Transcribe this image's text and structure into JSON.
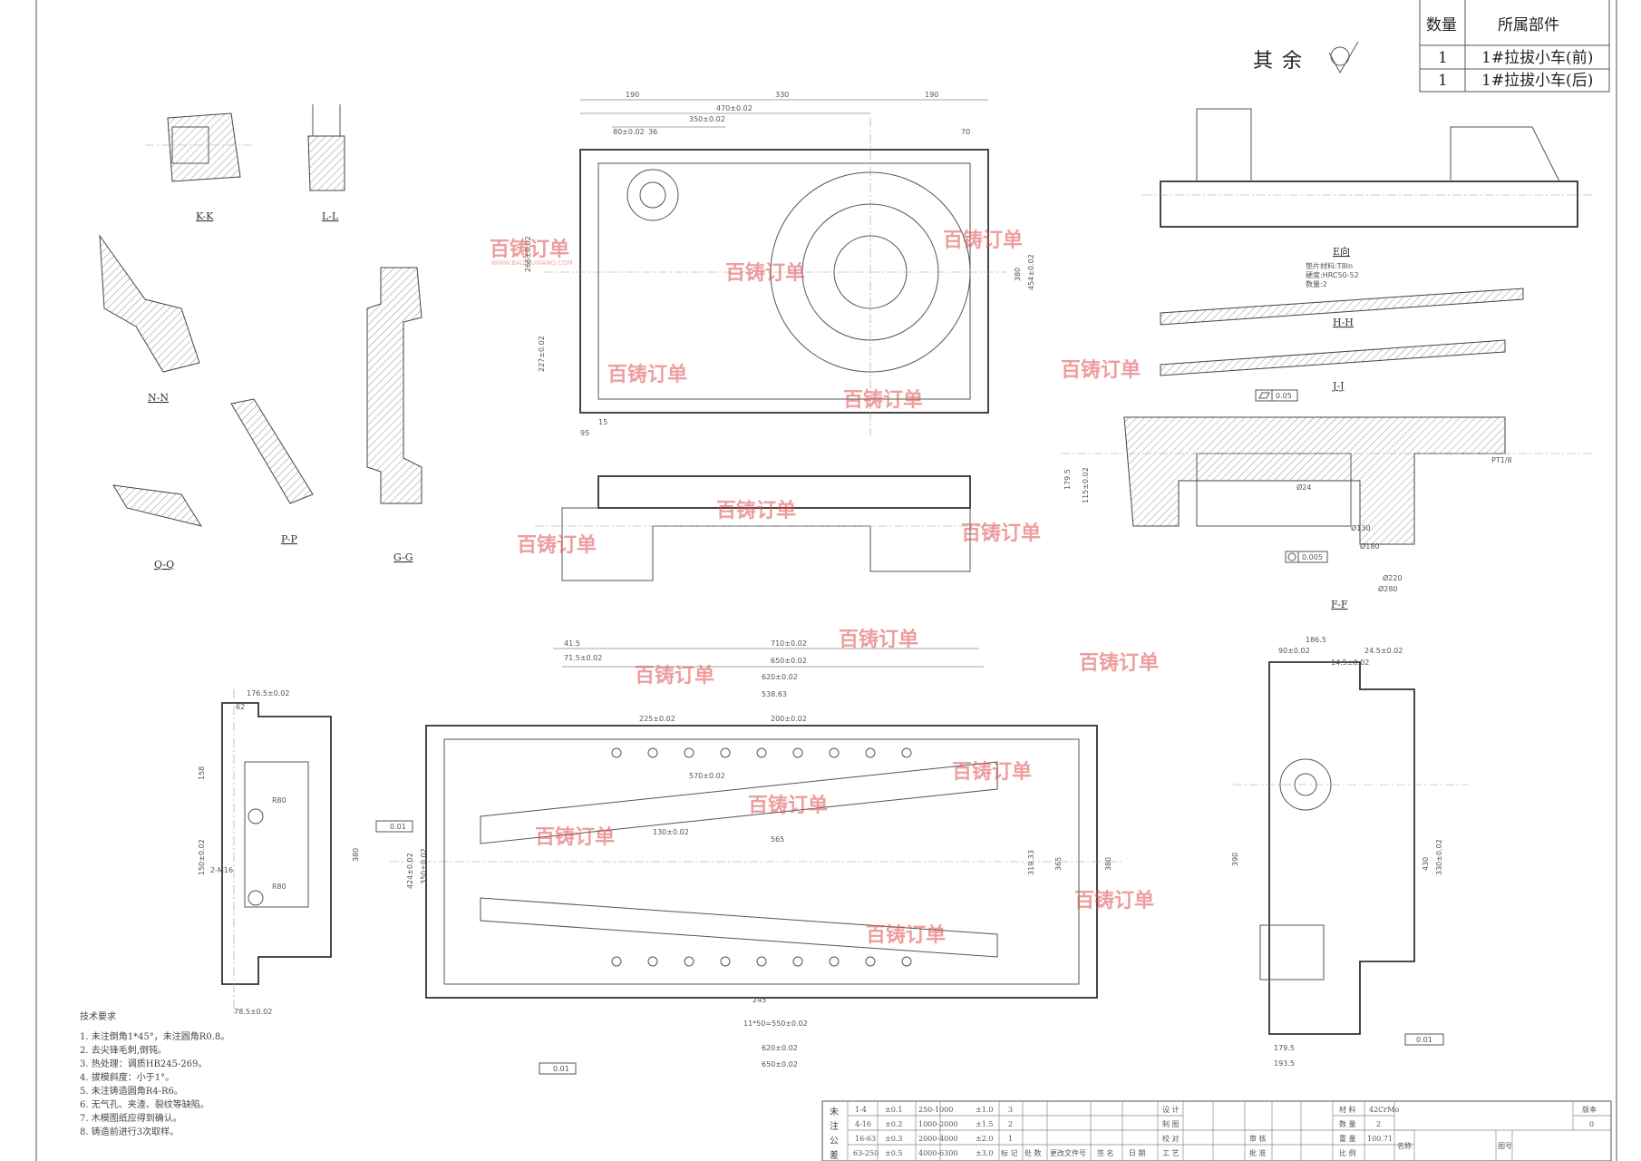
{
  "parts_table": {
    "headers": [
      "数量",
      "所属部件"
    ],
    "rows": [
      {
        "qty": "1",
        "part": "1#拉拔小车(前)"
      },
      {
        "qty": "1",
        "part": "1#拉拔小车(后)"
      }
    ]
  },
  "surface_note": "其余",
  "view_labels": {
    "kk": "K-K",
    "ll": "L-L",
    "nn": "N-N",
    "pp": "P-P",
    "qq": "Q-Q",
    "gg": "G-G",
    "e": "E向",
    "hh": "H-H",
    "jj": "J-J",
    "ff": "F-F"
  },
  "shim_note": [
    "垫片材料:T8In",
    "硬度:HRC50-52",
    "数量:2"
  ],
  "dimensions": {
    "top": [
      "190",
      "470±0.02",
      "330",
      "190",
      "350±0.02",
      "80±0.02",
      "36",
      "70",
      "266±0.02",
      "454±0.02",
      "95",
      "15",
      "380",
      "227±0.02"
    ],
    "bottom": [
      "41.5",
      "710±0.02",
      "71.5±0.02",
      "650±0.02",
      "620±0.02",
      "538.63",
      "200±0.02",
      "225±0.02",
      "570±0.02",
      "565",
      "130±0.02",
      "245",
      "11*50=550±0.02",
      "620±0.02",
      "650±0.02",
      "424±0.02",
      "350±0.02",
      "380",
      "319.33",
      "365"
    ],
    "left": [
      "176.5±0.02",
      "62",
      "158",
      "150±0.02",
      "380",
      "78.5±0.02",
      "R80",
      "R80",
      "2-M16"
    ],
    "right": [
      "186.5",
      "24.5±0.02",
      "90±0.02",
      "14.5±0.02",
      "390",
      "430",
      "330±0.02",
      "179.5",
      "193.5"
    ],
    "ff": [
      "179.5",
      "115±0.02",
      "Ø180",
      "Ø130",
      "Ø220",
      "Ø280",
      "Ø24",
      "PT1/8"
    ]
  },
  "tolerances": [
    "0.01",
    "0.02",
    "0.05",
    "0.005"
  ],
  "tech_requirements": {
    "title": "技术要求",
    "items": [
      "1. 未注倒角1*45°，未注圆角R0.8。",
      "2. 去尖锋毛刺,倒钝。",
      "3. 热处理：调质HB245-269。",
      "4. 拔模斜度：小于1°。",
      "5. 未注铸造圆角R4-R6。",
      "6. 无气孔、夹渣、裂纹等缺陷。",
      "7. 木模图纸应得到确认。",
      "8. 铸造前进行3次取样。"
    ]
  },
  "title_block": {
    "tol_label": [
      "未",
      "注",
      "公",
      "差"
    ],
    "tol_rows": [
      [
        "1-4",
        "±0.1",
        "250-1000",
        "±1.0",
        "3"
      ],
      [
        "4-16",
        "±0.2",
        "1000-2000",
        "±1.5",
        "2"
      ],
      [
        "16-63",
        "±0.3",
        "2000-4000",
        "±2.0",
        "1"
      ],
      [
        "63-250",
        "±0.5",
        "4000-6300",
        "±3.0"
      ]
    ],
    "rev_headers": [
      "标 记",
      "处 数",
      "更改文件号",
      "签 名",
      "日 期"
    ],
    "roles": [
      "设 计",
      "制 图",
      "校 对",
      "工 艺"
    ],
    "review": "审 核",
    "approve": "批 准",
    "material_label": "材 料",
    "material": "42CrMo",
    "quantity_label": "数 量",
    "quantity": "2",
    "weight_label": "重 量",
    "weight": "100.71",
    "scale_label": "比 例",
    "name_label": "名称",
    "drawing_no_label": "图号",
    "version_label": "版本",
    "version": "0"
  },
  "watermark": {
    "brand": "百铸订单",
    "url": "WWW.BAIZHUWANG.COM"
  }
}
